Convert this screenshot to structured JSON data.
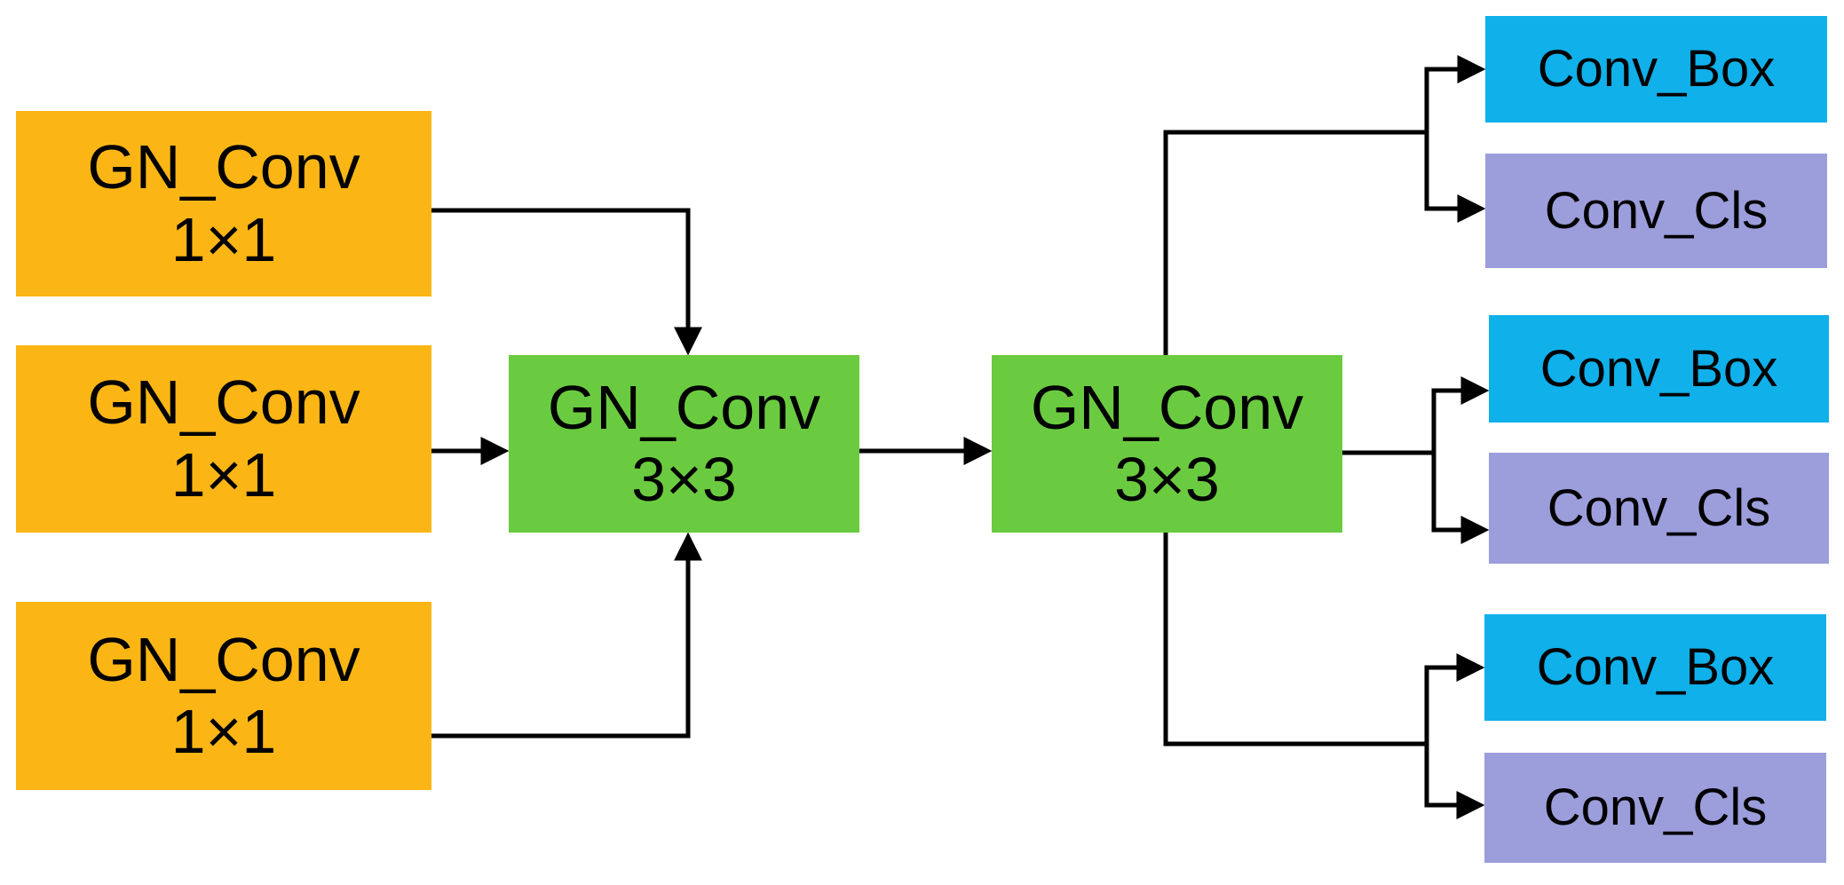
{
  "figure": {
    "background": "#ffffff",
    "line_color": "#000000",
    "colors": {
      "gn_conv_1x1": "#FBB615",
      "gn_conv_3x3": "#6BCB40",
      "conv_box": "#10B0EA",
      "conv_cls": "#9C9DDB"
    },
    "nodes": {
      "input_a": {
        "line1": "GN_Conv",
        "line2": "1×1"
      },
      "input_b": {
        "line1": "GN_Conv",
        "line2": "1×1"
      },
      "input_c": {
        "line1": "GN_Conv",
        "line2": "1×1"
      },
      "fusion_a": {
        "line1": "GN_Conv",
        "line2": "3×3"
      },
      "fusion_b": {
        "line1": "GN_Conv",
        "line2": "3×3"
      },
      "head1_box": {
        "label": "Conv_Box"
      },
      "head1_cls": {
        "label": "Conv_Cls"
      },
      "head2_box": {
        "label": "Conv_Box"
      },
      "head2_cls": {
        "label": "Conv_Cls"
      },
      "head3_box": {
        "label": "Conv_Box"
      },
      "head3_cls": {
        "label": "Conv_Cls"
      }
    }
  }
}
